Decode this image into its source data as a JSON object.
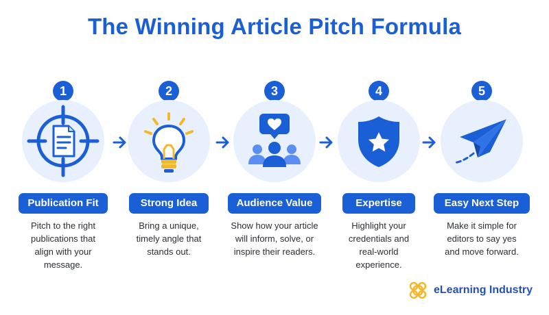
{
  "title": "The Winning Article Pitch Formula",
  "colors": {
    "primary": "#1a5fd6",
    "circle_bg": "#e9f0fd",
    "accent_yellow": "#f3b72b"
  },
  "steps": [
    {
      "number": "1",
      "label": "Publication Fit",
      "icon": "target-document-icon",
      "lines": [
        "Pitch to the right",
        "publications that",
        "align with your",
        "message."
      ]
    },
    {
      "number": "2",
      "label": "Strong Idea",
      "icon": "lightbulb-icon",
      "lines": [
        "Bring a unique,",
        "timely angle that",
        "stands out."
      ]
    },
    {
      "number": "3",
      "label": "Audience Value",
      "icon": "audience-heart-icon",
      "lines": [
        "Show how your article",
        "will inform, solve, or",
        "inspire their readers."
      ]
    },
    {
      "number": "4",
      "label": "Expertise",
      "icon": "shield-star-icon",
      "lines": [
        "Highlight your",
        "credentials and",
        "real-world",
        "experience."
      ]
    },
    {
      "number": "5",
      "label": "Easy Next Step",
      "icon": "paper-plane-icon",
      "lines": [
        "Make it simple for",
        "editors to say yes",
        "and move forward."
      ]
    }
  ],
  "brand": {
    "name": "eLearning Industry",
    "logo_icon": "elearning-industry-logo-icon"
  }
}
